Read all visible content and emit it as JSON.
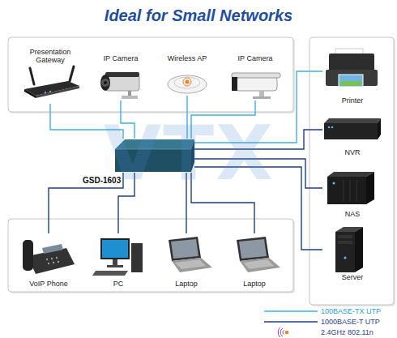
{
  "diagram": {
    "title": "Ideal for Small Networks",
    "nodes": [
      {
        "text": [
          "Presentation Gateway"
        ]
      },
      {
        "text": [
          "IP Camera"
        ]
      },
      {
        "text": [
          "Wireless AP"
        ]
      },
      {
        "text": [
          "IP Camera"
        ]
      },
      {
        "text": [
          "Printer"
        ]
      },
      {
        "text": [
          "NVR"
        ]
      },
      {
        "text": [
          "NAS"
        ]
      },
      {
        "text": [
          "Server"
        ]
      },
      {
        "text": [
          "GSD-1603"
        ]
      },
      {
        "text": [
          "VoIP Phone"
        ]
      },
      {
        "text": [
          "PC"
        ]
      },
      {
        "text": [
          "Laptop"
        ]
      },
      {
        "text": [
          "Laptop"
        ]
      }
    ],
    "edges": [
      {
        "from": 8,
        "to": 0,
        "arrow": "none"
      },
      {
        "from": 8,
        "to": 1,
        "arrow": "none"
      },
      {
        "from": 8,
        "to": 2,
        "arrow": "none"
      },
      {
        "from": 8,
        "to": 3,
        "arrow": "none"
      },
      {
        "from": 8,
        "to": 4,
        "arrow": "none"
      },
      {
        "from": 8,
        "to": 5,
        "arrow": "none"
      },
      {
        "from": 8,
        "to": 6,
        "arrow": "none"
      },
      {
        "from": 8,
        "to": 7,
        "arrow": "none"
      },
      {
        "from": 8,
        "to": 9,
        "arrow": "none"
      },
      {
        "from": 8,
        "to": 10,
        "arrow": "none"
      },
      {
        "from": 8,
        "to": 11,
        "arrow": "none"
      },
      {
        "from": 8,
        "to": 12,
        "arrow": "none"
      }
    ],
    "labels": [
      "VTX"
    ],
    "legend": [
      {
        "text": "100BASE-TX UTP"
      },
      {
        "text": "1000BASE-T UTP"
      },
      {
        "text": "2.4GHz 802.11n"
      }
    ]
  }
}
